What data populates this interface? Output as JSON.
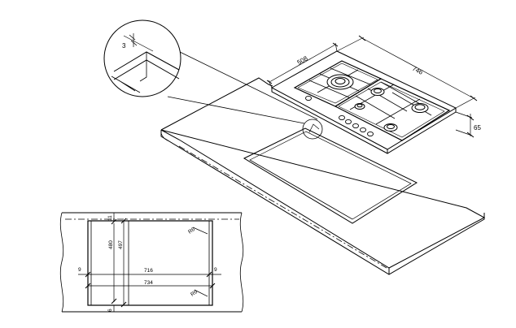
{
  "dimensions": {
    "hob_width": "746",
    "hob_depth": "508",
    "hob_height": "65",
    "detail_thickness": "3",
    "cutout_width_outer": "734",
    "cutout_width_inner": "716",
    "cutout_side_margin_left": "9",
    "cutout_side_margin_right": "9",
    "cutout_depth_outer": "497",
    "cutout_depth_inner": "480",
    "cutout_top_margin": "11",
    "cutout_bottom_margin": "6",
    "corner_radius_top": "R6",
    "corner_radius_bottom": "R6"
  },
  "colors": {
    "line": "#000000",
    "background": "#ffffff"
  }
}
